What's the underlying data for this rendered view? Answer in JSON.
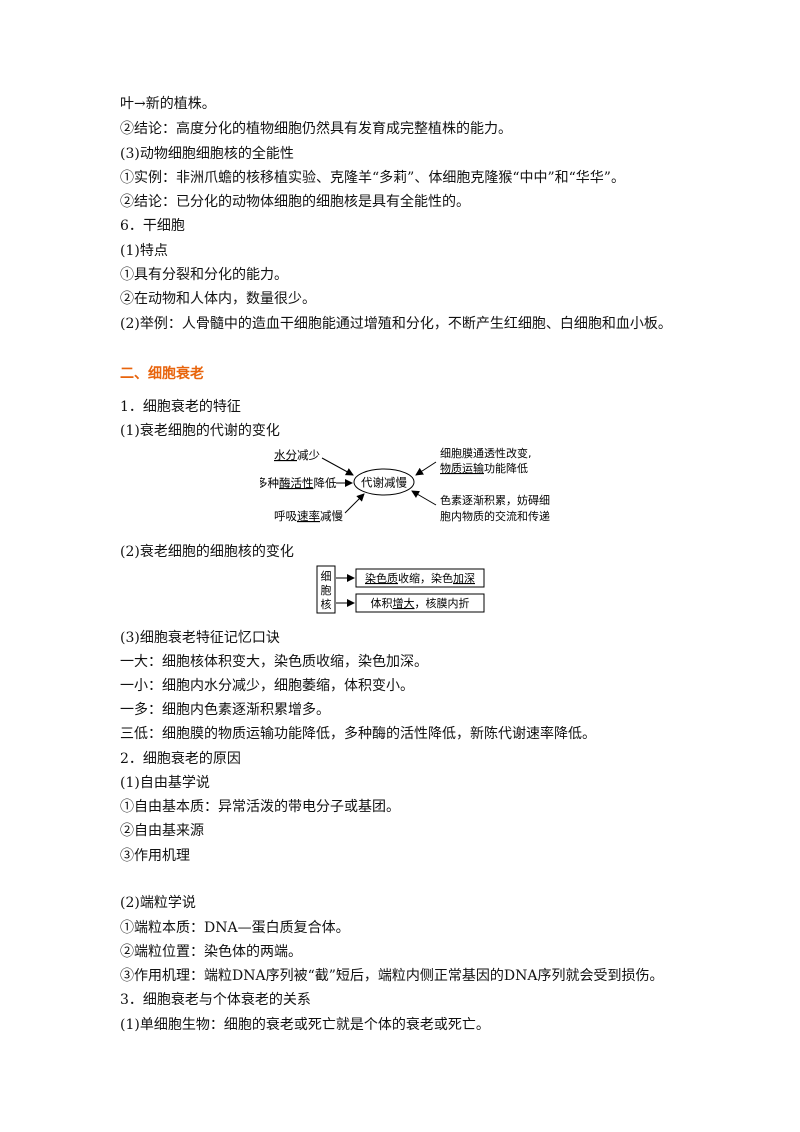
{
  "lines_top": [
    "叶→新的植株。",
    "②结论：高度分化的植物细胞仍然具有发育成完整植株的能力。",
    "(3)动物细胞细胞核的全能性",
    "①实例：非洲爪蟾的核移植实验、克隆羊“多莉”、体细胞克隆猴“中中”和“华华”。",
    "②结论：已分化的动物体细胞的细胞核是具有全能性的。",
    "6．干细胞",
    "(1)特点",
    "①具有分裂和分化的能力。",
    "②在动物和人体内，数量很少。",
    "(2)举例：人骨髓中的造血干细胞能通过增殖和分化，不断产生红细胞、白细胞和血小板。"
  ],
  "section_heading": "二、细胞衰老",
  "lines_mid": [
    "1．细胞衰老的特征",
    "(1)衰老细胞的代谢的变化"
  ],
  "diagram1": {
    "center": "代谢减慢",
    "left1_u": "水分",
    "left1_rest": "减少",
    "left2_pre": "多种",
    "left2_u": "酶活性",
    "left2_rest": "降低",
    "left3_pre": "呼吸",
    "left3_u": "速率",
    "left3_rest": "减慢",
    "right1_line1": "细胞膜通透性改变,",
    "right1_line2_u": "物质运输",
    "right1_line2_rest": "功能降低",
    "right2_line1": "色素逐渐积累，妨碍细",
    "right2_line2": "胞内物质的交流和传递"
  },
  "line_nucleus": "(2)衰老细胞的细胞核的变化",
  "diagram2": {
    "label": [
      "细",
      "胞",
      "核"
    ],
    "box1_u": "染色质",
    "box1_mid": "收缩，染色",
    "box1_u2": "加深",
    "box2_pre": "体积",
    "box2_u": "增大",
    "box2_rest": "，核膜内折"
  },
  "lines_bottom": [
    "(3)细胞衰老特征记忆口诀",
    "一大：细胞核体积变大，染色质收缩，染色加深。",
    "一小：细胞内水分减少，细胞萎缩，体积变小。",
    "一多：细胞内色素逐渐积累增多。",
    "三低：细胞膜的物质运输功能降低，多种酶的活性降低，新陈代谢速率降低。",
    "2．细胞衰老的原因",
    "(1)自由基学说",
    "①自由基本质：异常活泼的带电分子或基团。",
    "②自由基来源",
    "③作用机理"
  ],
  "lines_end": [
    "(2)端粒学说",
    "①端粒本质：DNA—蛋白质复合体。",
    "②端粒位置：染色体的两端。",
    "③作用机理：端粒DNA序列被“截”短后，端粒内侧正常基因的DNA序列就会受到损伤。",
    "3．细胞衰老与个体衰老的关系",
    "(1)单细胞生物：细胞的衰老或死亡就是个体的衰老或死亡。"
  ]
}
